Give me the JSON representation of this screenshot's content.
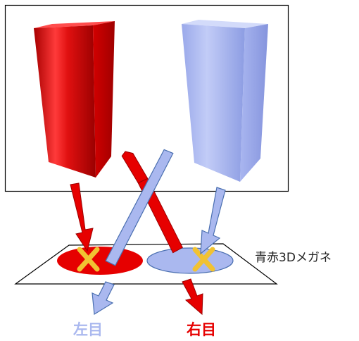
{
  "labels": {
    "glasses": "青赤3Dメガネ",
    "left_eye": "左目",
    "right_eye": "右目"
  },
  "colors": {
    "red": "#e60000",
    "blue": "#aab8ef",
    "cross": "#f1c232",
    "frame": "#000000"
  },
  "objects": [
    {
      "name": "red-block",
      "color": "red"
    },
    {
      "name": "blue-block",
      "color": "blue"
    }
  ],
  "lenses": [
    {
      "name": "red-lens",
      "color": "red"
    },
    {
      "name": "blue-lens",
      "color": "blue"
    }
  ]
}
